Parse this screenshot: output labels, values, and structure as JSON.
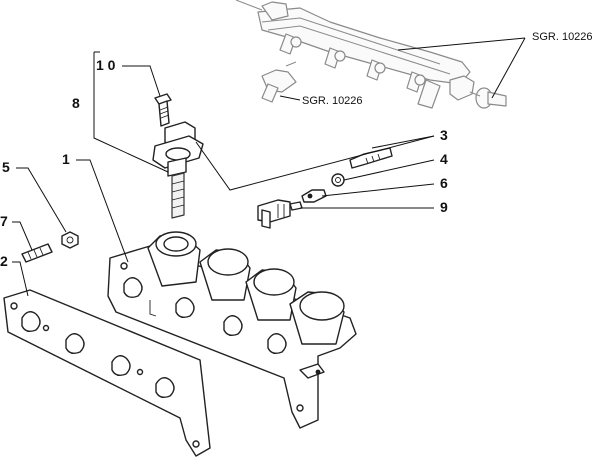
{
  "labels": {
    "l1": "1",
    "l2": "2",
    "l3": "3",
    "l4": "4",
    "l5": "5",
    "l6": "6",
    "l7": "7",
    "l8": "8",
    "l9": "9",
    "l10": "1 0"
  },
  "references": {
    "sgr_top": "SGR. 10226",
    "sgr_mid": "SGR. 10226"
  }
}
